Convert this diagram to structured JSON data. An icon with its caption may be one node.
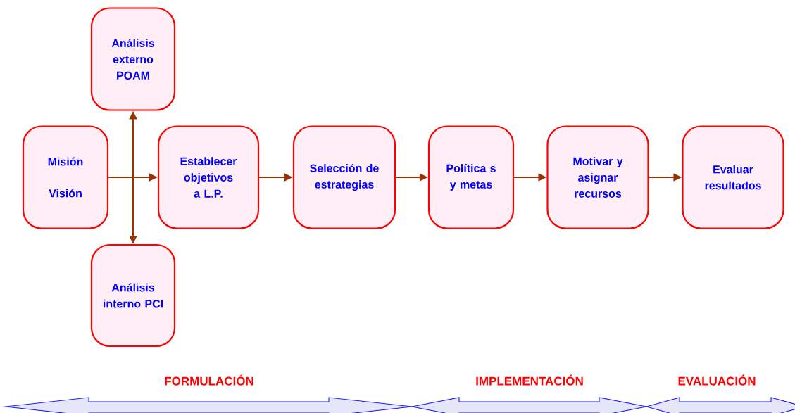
{
  "diagram": {
    "nodes": [
      {
        "text": [
          "Análisis externo POAM"
        ]
      },
      {
        "text": [
          "Misión",
          "Visión"
        ]
      },
      {
        "text": [
          "Establecer objetivos a L.P."
        ]
      },
      {
        "text": [
          "Selección de estrategias"
        ]
      },
      {
        "text": [
          "Política s y metas"
        ]
      },
      {
        "text": [
          "Motivar y asignar recursos"
        ]
      },
      {
        "text": [
          "Evaluar resultados"
        ]
      },
      {
        "text": [
          "Análisis interno PCI"
        ]
      }
    ],
    "edges": [
      {
        "from": 1,
        "to": 2,
        "arrow": "to"
      },
      {
        "from": 7,
        "to": 0,
        "arrow": "both"
      },
      {
        "from": 2,
        "to": 3,
        "arrow": "to"
      },
      {
        "from": 3,
        "to": 4,
        "arrow": "to"
      },
      {
        "from": 4,
        "to": 5,
        "arrow": "to"
      },
      {
        "from": 5,
        "to": 6,
        "arrow": "to"
      }
    ],
    "labels": [
      "FORMULACIÓN",
      "IMPLEMENTACIÓN",
      "EVALUACIÓN"
    ]
  }
}
